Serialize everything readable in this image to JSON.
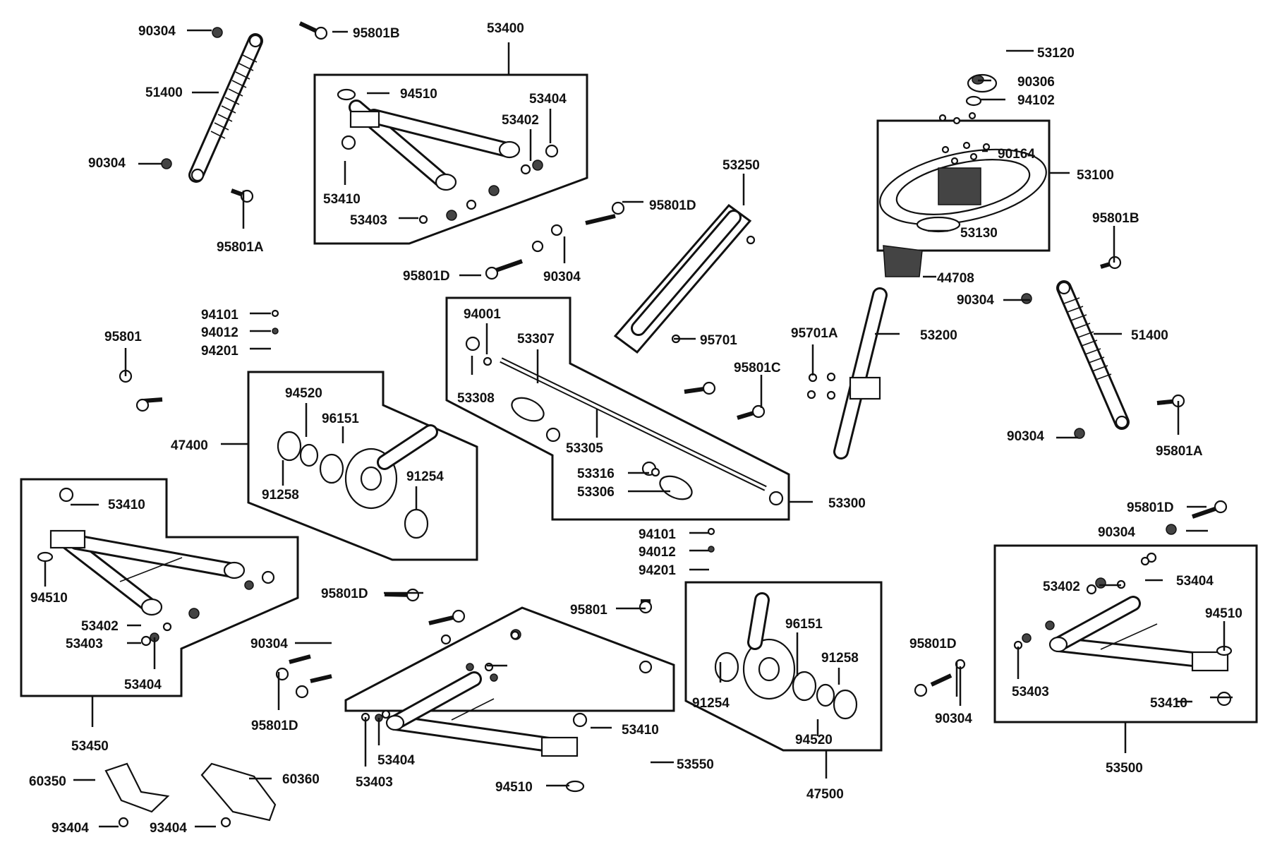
{
  "labels": {
    "l90304a": "90304",
    "l95801Ba": "95801B",
    "l53400": "53400",
    "l53120": "53120",
    "l51400a": "51400",
    "l94510a": "94510",
    "l53404a": "53404",
    "l90306": "90306",
    "l94102": "94102",
    "l53402a": "53402",
    "l90164": "90164",
    "l53100": "53100",
    "l90304b": "90304",
    "l53410a": "53410",
    "l53250": "53250",
    "l53403a": "53403",
    "l95801Da": "95801D",
    "l53130": "53130",
    "l95801Aa": "95801A",
    "l95801Bb": "95801B",
    "l95801Db": "95801D",
    "l90304c": "90304",
    "l44708": "44708",
    "l94001": "94001",
    "l94101a": "94101",
    "l90304d": "90304",
    "l94012a": "94012",
    "l53307": "53307",
    "l51400b": "51400",
    "l95801a": "95801",
    "l53200": "53200",
    "l95701A": "95701A",
    "l94201a": "94201",
    "l95701": "95701",
    "l53308": "53308",
    "l95801C": "95801C",
    "l94520a": "94520",
    "l96151a": "96151",
    "l47400": "47400",
    "l53305": "53305",
    "l90304e": "90304",
    "l95801Ab": "95801A",
    "l91254a": "91254",
    "l53316": "53316",
    "l53306": "53306",
    "l91258a": "91258",
    "l53300": "53300",
    "l53410b": "53410",
    "l95801Dc": "95801D",
    "l90304f": "90304",
    "l94101b": "94101",
    "l94012b": "94012",
    "l94201b": "94201",
    "l53402b": "53402",
    "l53404b": "53404",
    "l94510b": "94510",
    "l95801Dd": "95801D",
    "l94510c": "94510",
    "l95801b": "95801",
    "l96151b": "96151",
    "l53402c": "53402",
    "l53403b": "53403",
    "l53404c": "53404",
    "l90304g": "90304",
    "l91258b": "91258",
    "l95801De": "95801D",
    "l91254b": "91254",
    "l53403c": "53403",
    "l53410c": "53410",
    "l95801Df": "95801D",
    "l90304h": "90304",
    "l53410d": "53410",
    "l53450": "53450",
    "l53404d": "53404",
    "l53403d": "53403",
    "l94520b": "94520",
    "l53550": "53550",
    "l94510d": "94510",
    "l47500": "47500",
    "l53500": "53500",
    "l60350": "60350",
    "l60360": "60360",
    "l93404a": "93404",
    "l93404b": "93404"
  }
}
